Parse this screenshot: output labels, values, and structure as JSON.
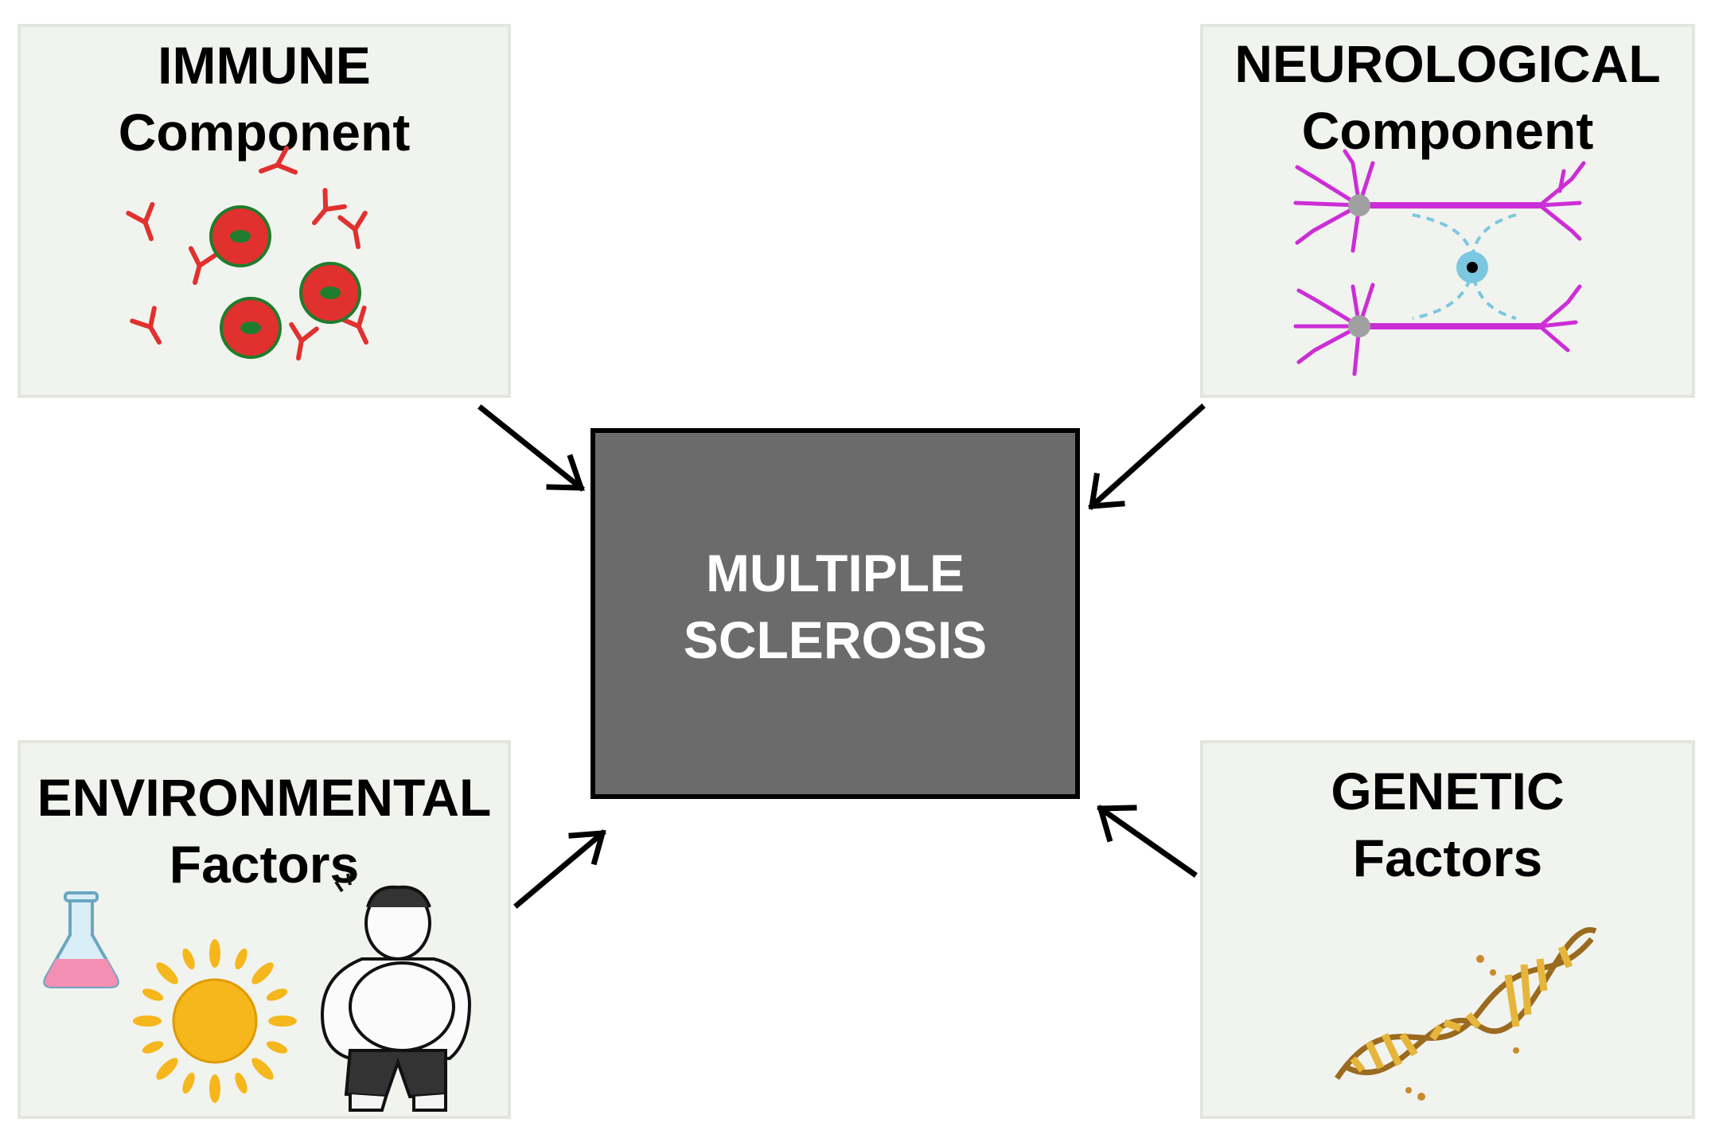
{
  "panels": {
    "immune": {
      "line1": "IMMUNE",
      "line2": "Component"
    },
    "neurological": {
      "line1": "NEUROLOGICAL",
      "line2": "Component"
    },
    "environmental": {
      "line1": "ENVIRONMENTAL",
      "line2": "Factors"
    },
    "genetic": {
      "line1": "GENETIC",
      "line2": "Factors"
    }
  },
  "center": {
    "line1": "MULTIPLE",
    "line2": "SCLEROSIS"
  },
  "colors": {
    "panel_bg": "#f1f3ef",
    "center_bg": "#6a6b6a",
    "immune_red": "#e0312e",
    "immune_nucleus": "#1e7d2c",
    "neuron_magenta": "#cc2ed6",
    "glia_blue": "#7cc7e0",
    "sun_yellow": "#f5b71b",
    "dna_brown": "#9a6a1e"
  },
  "icons": [
    "antibody-icon",
    "immune-cell-icon",
    "neuron-icon",
    "oligodendrocyte-icon",
    "flask-icon",
    "sun-icon",
    "obese-person-icon",
    "dna-icon"
  ]
}
